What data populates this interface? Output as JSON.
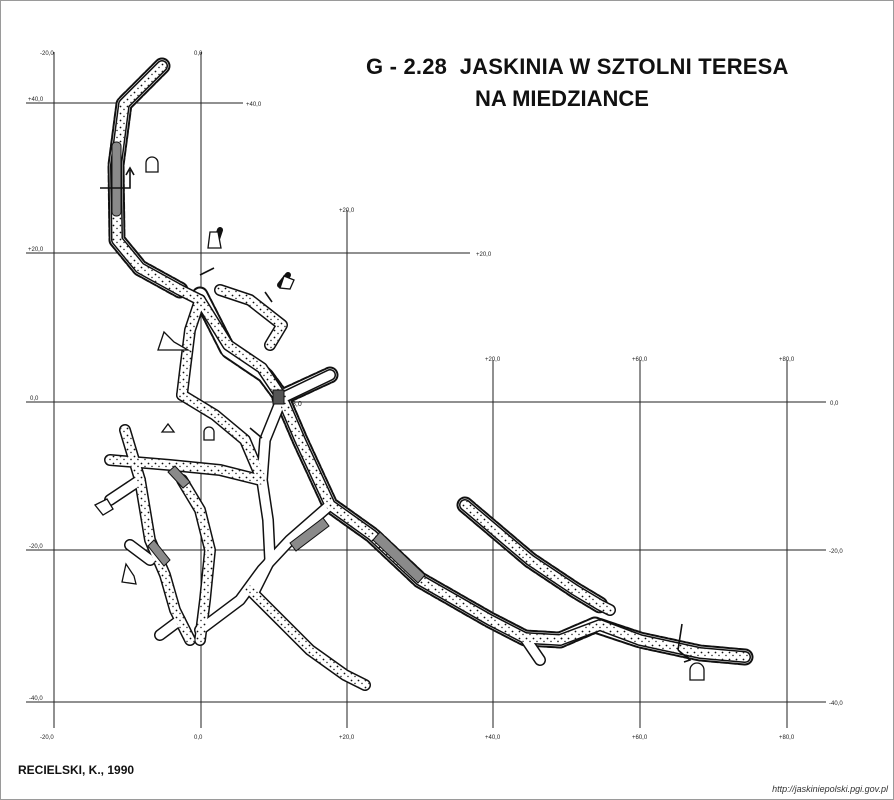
{
  "title": {
    "code": "G - 2.28",
    "line1": "JASKINIA W SZTOLNI TERESA",
    "line2": "NA MIEDZIANCE"
  },
  "credit": "RECIELSKI, K., 1990",
  "source_url": "http://jaskiniepolski.pgi.gov.pl",
  "grid": {
    "x_values": [
      -20,
      0,
      20,
      40,
      60,
      80
    ],
    "y_values": [
      40,
      20,
      0,
      -20,
      -40
    ],
    "x_labels_top": [
      "-20,0",
      "0,0",
      "+20,0",
      "+20,0",
      "+60,0",
      "+80,0"
    ],
    "x_labels_bottom": [
      "-20,0",
      "0,0",
      "+20,0",
      "+40,0",
      "+60,0",
      "+80,0"
    ],
    "y_labels_left": [
      "+40,0",
      "+20,0",
      "0,0",
      "-20,0",
      "-40,0"
    ],
    "y_labels_right": [
      "+40,0",
      "+20,0",
      "0,0",
      "-20,0",
      "-40,0"
    ]
  },
  "survey_point_label": "8,0",
  "colors": {
    "ink": "#111111",
    "grid": "#222222",
    "rock": "#8a8a8a",
    "background": "#ffffff"
  }
}
